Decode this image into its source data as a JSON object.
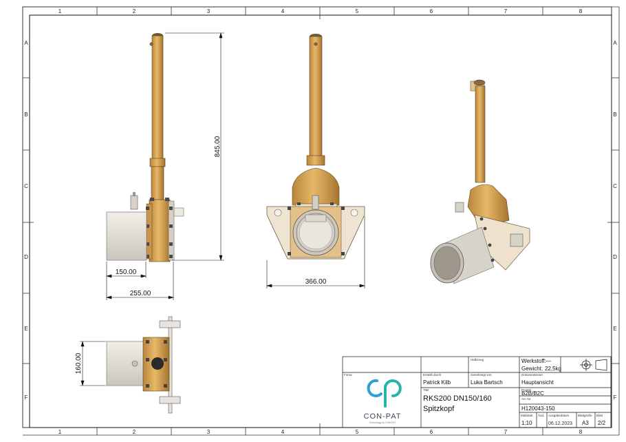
{
  "zones": {
    "columns": [
      "1",
      "2",
      "3",
      "4",
      "5",
      "6",
      "7",
      "8"
    ],
    "rows": [
      "A",
      "B",
      "C",
      "D",
      "E",
      "F"
    ]
  },
  "dimensions": {
    "height_side": "845.00",
    "width_a": "150.00",
    "width_b": "255.00",
    "width_front": "366.00",
    "height_top": "160.00"
  },
  "title_block": {
    "halbzeug_label": "Halbzeug",
    "werkstoff_label": "Werkstoff:",
    "werkstoff_value": "—",
    "gewicht_label": "Gewicht:",
    "gewicht_value": "22,5kg",
    "firma_label": "Firma",
    "erstellt_label": "Erstellt durch",
    "erstellt_value": "Patrick Kilb",
    "genehmigt_label": "Genehmigt von",
    "genehmigt_value": "Luka Bartsch",
    "dokumentenart_label": "Dokumentenart",
    "dokumentenart_value": "Hauptansicht",
    "titel_label": "Titel",
    "titel_line1": "RKS200 DN150/160",
    "titel_line2": "Spitzkopf",
    "projekt_label": "Projekt",
    "projekt_value": "B2B/B2C",
    "artnr_label": "Art.-Nr.",
    "artnr_value": "H120043-150",
    "massstab_label": "Maßstab",
    "massstab_value": "1:10",
    "aend_label": "Änd.",
    "ausgabedatum_label": "Ausgabedatum",
    "ausgabedatum_value": "06.12.2023",
    "blattgroesse_label": "Blattgröße",
    "blattgroesse_value": "A3",
    "blatt_label": "Blatt",
    "blatt_value": "2/2",
    "logo_text": "CON-PAT",
    "logo_tagline": "Technology by CON-PAT"
  },
  "colors": {
    "brass": "#d9a65a",
    "brass_dark": "#a87a35",
    "steel": "#e6e3dc",
    "plate": "#efe3cf",
    "logo_blue": "#2b9fd6"
  }
}
